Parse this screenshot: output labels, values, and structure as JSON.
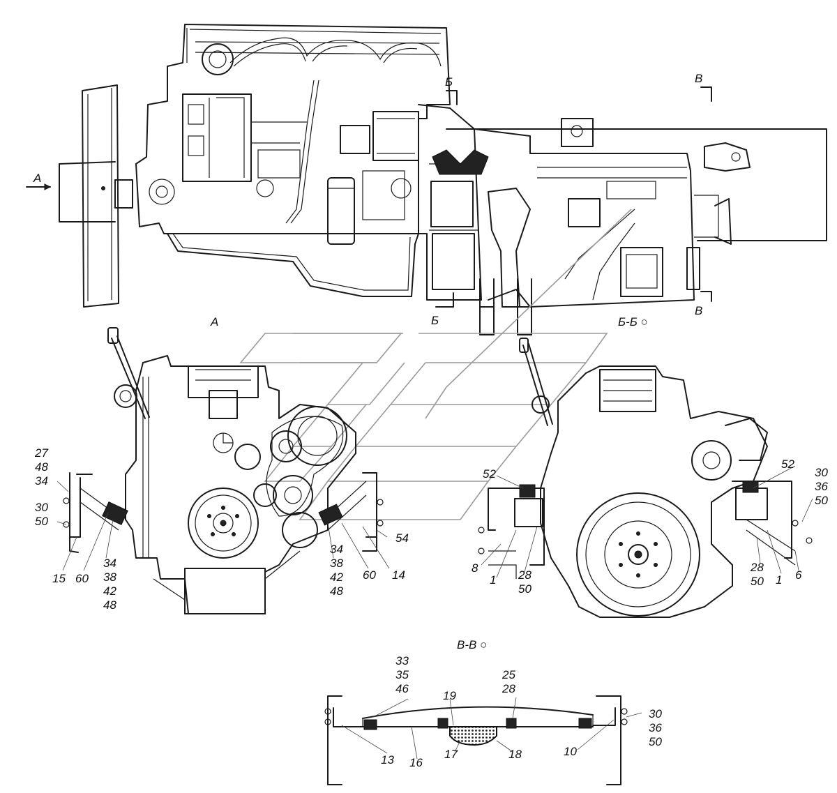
{
  "section_marks": {
    "a_left": "А",
    "a_bottom": "А",
    "b_top": "Б",
    "b_bottom": "Б",
    "v_top": "В",
    "v_bottom": "В",
    "bb_title": "Б-Б",
    "vv_title": "В-В"
  },
  "callouts": {
    "c27_48_34": "27\n48\n34",
    "c30_50": "30\n50",
    "c15": "15",
    "c60a": "60",
    "c34_38_42_48a": "34\n38\n42\n48",
    "c34_38_42_48b": "34\n38\n42\n48",
    "c60b": "60",
    "c14": "14",
    "c54": "54",
    "c52a": "52",
    "c8": "8",
    "c1a": "1",
    "c28_50a": "28\n50",
    "c52b": "52",
    "c30_36_50a": "30\n36\n50",
    "c28_50b": "28\n50",
    "c1b": "1",
    "c6": "6",
    "c33_35_46": "33\n35\n46",
    "c19": "19",
    "c25_28": "25\n28",
    "c30_36_50b": "30\n36\n50",
    "c13": "13",
    "c16": "16",
    "c17": "17",
    "c18": "18",
    "c10": "10"
  }
}
